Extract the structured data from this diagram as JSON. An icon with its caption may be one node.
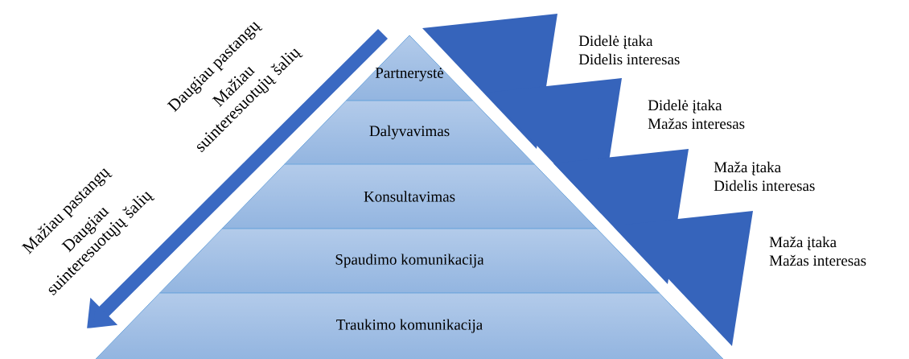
{
  "diagram": {
    "nodes": [
      {
        "text": [
          "Partnerystė"
        ]
      },
      {
        "text": [
          "Dalyvavimas"
        ]
      },
      {
        "text": [
          "Konsultavimas"
        ]
      },
      {
        "text": [
          "Spaudimo komunikacija"
        ]
      },
      {
        "text": [
          "Traukimo komunikacija"
        ]
      },
      {
        "text": [
          "Didelė įtaka",
          "Didelis interesas"
        ]
      },
      {
        "text": [
          "Didelė įtaka",
          "Mažas interesas"
        ]
      },
      {
        "text": [
          "Maža įtaka",
          "Didelis interesas"
        ]
      },
      {
        "text": [
          "Maža įtaka",
          "Mažas interesas"
        ]
      }
    ],
    "labels": [
      "Daugiau pastangų",
      "Mažiau suinteresuotųjų šalių",
      "Mažiau pastangų",
      "Daugiau suinteresuotųjų šalių"
    ]
  }
}
